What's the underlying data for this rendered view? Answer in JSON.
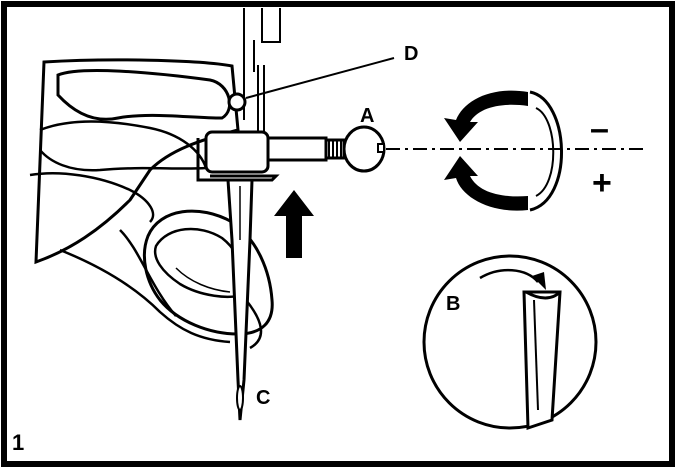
{
  "figure": {
    "number": "1",
    "labels": {
      "a": "A",
      "b": "B",
      "c": "C",
      "d": "D",
      "minus": "–",
      "plus": "+"
    }
  },
  "colors": {
    "ink": "#000000",
    "paper": "#ffffff",
    "skin_shade": "#e6e6e6"
  },
  "icons": {
    "rotation": "curved-arrows-icon",
    "push_up": "up-arrow-icon",
    "screw_turn": "curved-arrow-icon"
  }
}
